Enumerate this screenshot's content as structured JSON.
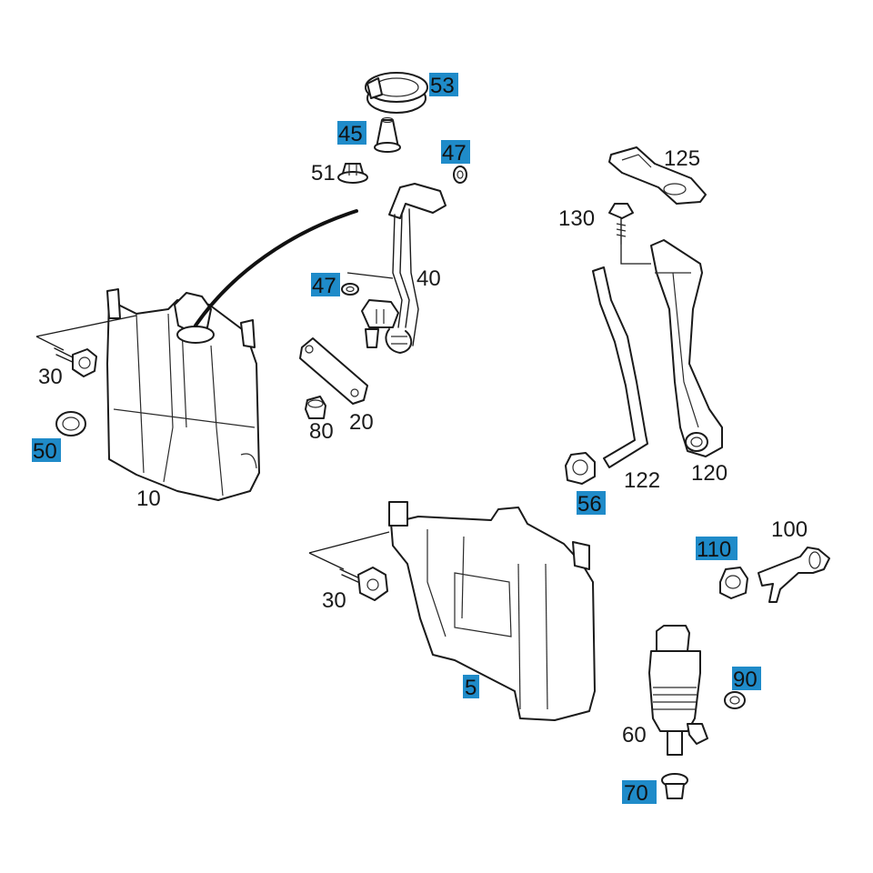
{
  "highlight_color": "#1f8bc9",
  "line_color": "#1a1a1a",
  "callouts": {
    "c53": "53",
    "c45": "45",
    "c47a": "47",
    "c51": "51",
    "c125": "125",
    "c130": "130",
    "c47b": "47",
    "c40": "40",
    "c30a": "30",
    "c50": "50",
    "c10": "10",
    "c80": "80",
    "c20": "20",
    "c56": "56",
    "c122": "122",
    "c120": "120",
    "c100": "100",
    "c110": "110",
    "c30b": "30",
    "c5": "5",
    "c90": "90",
    "c60": "60",
    "c70": "70"
  }
}
